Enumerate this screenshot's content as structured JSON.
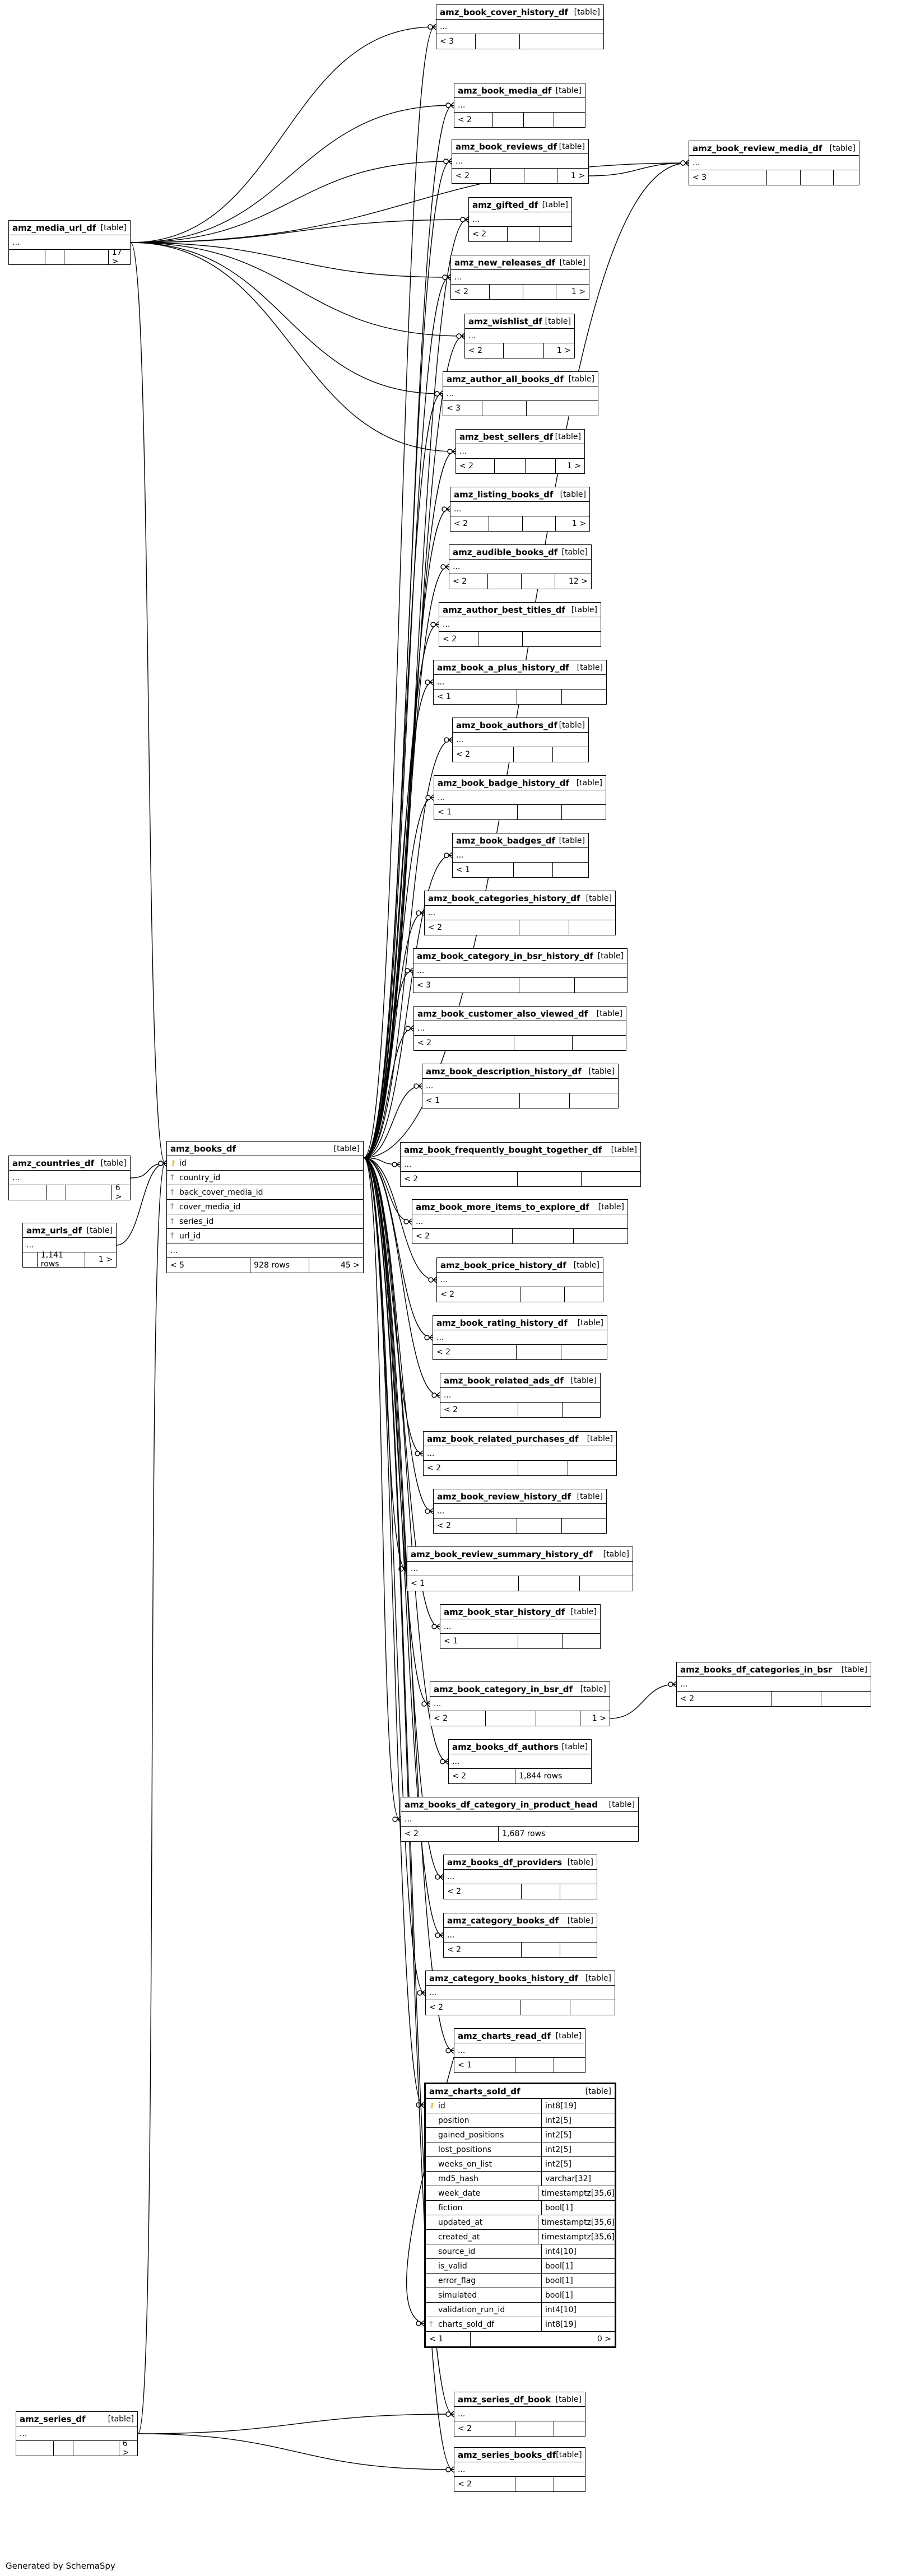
{
  "footer": "Generated by SchemaSpy",
  "kind_label": "[table]",
  "ellipsis": "...",
  "tables": {
    "media_url": {
      "name": "amz_media_url_df",
      "footer": [
        "",
        "",
        "",
        "17 >"
      ]
    },
    "countries": {
      "name": "amz_countries_df",
      "footer": [
        "",
        "",
        "",
        "6 >"
      ]
    },
    "urls": {
      "name": "amz_urls_df",
      "footer": [
        "",
        "1,141 rows",
        "1 >"
      ]
    },
    "series": {
      "name": "amz_series_df",
      "footer": [
        "",
        "",
        "",
        "6 >"
      ]
    },
    "books": {
      "name": "amz_books_df",
      "columns": [
        "id",
        "country_id",
        "back_cover_media_id",
        "cover_media_id",
        "series_id",
        "url_id"
      ],
      "footer": [
        "< 5",
        "928 rows",
        "45 >"
      ]
    },
    "cover_history": {
      "name": "amz_book_cover_history_df",
      "footer": [
        "< 3",
        "",
        ""
      ]
    },
    "book_media": {
      "name": "amz_book_media_df",
      "footer": [
        "< 2",
        "",
        "",
        ""
      ]
    },
    "book_reviews": {
      "name": "amz_book_reviews_df",
      "footer": [
        "< 2",
        "",
        "",
        "1 >"
      ]
    },
    "review_media": {
      "name": "amz_book_review_media_df",
      "footer": [
        "< 3",
        "",
        "",
        ""
      ]
    },
    "gifted": {
      "name": "amz_gifted_df",
      "footer": [
        "< 2",
        "",
        ""
      ]
    },
    "new_releases": {
      "name": "amz_new_releases_df",
      "footer": [
        "< 2",
        "",
        "",
        "1 >"
      ]
    },
    "wishlist": {
      "name": "amz_wishlist_df",
      "footer": [
        "< 2",
        "",
        "1 >"
      ]
    },
    "author_all_books": {
      "name": "amz_author_all_books_df",
      "footer": [
        "< 3",
        "",
        ""
      ]
    },
    "best_sellers": {
      "name": "amz_best_sellers_df",
      "footer": [
        "< 2",
        "",
        "",
        "1 >"
      ]
    },
    "listing_books": {
      "name": "amz_listing_books_df",
      "footer": [
        "< 2",
        "",
        "",
        "1 >"
      ]
    },
    "audible_books": {
      "name": "amz_audible_books_df",
      "footer": [
        "< 2",
        "",
        "",
        "12 >"
      ]
    },
    "author_best_titles": {
      "name": "amz_author_best_titles_df",
      "footer": [
        "< 2",
        "",
        ""
      ]
    },
    "a_plus_history": {
      "name": "amz_book_a_plus_history_df",
      "footer": [
        "< 1",
        "",
        ""
      ]
    },
    "book_authors": {
      "name": "amz_book_authors_df",
      "footer": [
        "< 2",
        "",
        ""
      ]
    },
    "badge_history": {
      "name": "amz_book_badge_history_df",
      "footer": [
        "< 1",
        "",
        ""
      ]
    },
    "book_badges": {
      "name": "amz_book_badges_df",
      "footer": [
        "< 1",
        "",
        ""
      ]
    },
    "categories_history": {
      "name": "amz_book_categories_history_df",
      "footer": [
        "< 2",
        "",
        ""
      ]
    },
    "category_in_bsr_history": {
      "name": "amz_book_category_in_bsr_history_df",
      "footer": [
        "< 3",
        "",
        ""
      ]
    },
    "customer_also_viewed": {
      "name": "amz_book_customer_also_viewed_df",
      "footer": [
        "< 2",
        "",
        ""
      ]
    },
    "description_history": {
      "name": "amz_book_description_history_df",
      "footer": [
        "< 1",
        "",
        ""
      ]
    },
    "frequently_bought": {
      "name": "amz_book_frequently_bought_together_df",
      "footer": [
        "< 2",
        "",
        ""
      ]
    },
    "more_items": {
      "name": "amz_book_more_items_to_explore_df",
      "footer": [
        "< 2",
        "",
        ""
      ]
    },
    "price_history": {
      "name": "amz_book_price_history_df",
      "footer": [
        "< 2",
        "",
        ""
      ]
    },
    "rating_history": {
      "name": "amz_book_rating_history_df",
      "footer": [
        "< 2",
        "",
        ""
      ]
    },
    "related_ads": {
      "name": "amz_book_related_ads_df",
      "footer": [
        "< 2",
        "",
        ""
      ]
    },
    "related_purchases": {
      "name": "amz_book_related_purchases_df",
      "footer": [
        "< 2",
        "",
        ""
      ]
    },
    "review_history": {
      "name": "amz_book_review_history_df",
      "footer": [
        "< 2",
        "",
        ""
      ]
    },
    "review_summary_history": {
      "name": "amz_book_review_summary_history_df",
      "footer": [
        "< 1",
        "",
        ""
      ]
    },
    "star_history": {
      "name": "amz_book_star_history_df",
      "footer": [
        "< 1",
        "",
        ""
      ]
    },
    "books_categories_in_bsr": {
      "name": "amz_books_df_categories_in_bsr",
      "footer": [
        "< 2",
        "",
        ""
      ]
    },
    "category_in_bsr": {
      "name": "amz_book_category_in_bsr_df",
      "footer": [
        "< 2",
        "",
        "",
        "1 >"
      ]
    },
    "books_authors": {
      "name": "amz_books_df_authors",
      "footer": [
        "< 2",
        "1,844 rows"
      ]
    },
    "category_in_product_head": {
      "name": "amz_books_df_category_in_product_head",
      "footer": [
        "< 2",
        "1,687 rows"
      ]
    },
    "books_providers": {
      "name": "amz_books_df_providers",
      "footer": [
        "< 2",
        "",
        ""
      ]
    },
    "category_books": {
      "name": "amz_category_books_df",
      "footer": [
        "< 2",
        "",
        ""
      ]
    },
    "category_books_history": {
      "name": "amz_category_books_history_df",
      "footer": [
        "< 2",
        "",
        ""
      ]
    },
    "charts_read": {
      "name": "amz_charts_read_df",
      "footer": [
        "< 1",
        "",
        ""
      ]
    },
    "charts_sold": {
      "name": "amz_charts_sold_df",
      "columns": [
        {
          "name": "id",
          "type": "int8[19]"
        },
        {
          "name": "position",
          "type": "int2[5]"
        },
        {
          "name": "gained_positions",
          "type": "int2[5]"
        },
        {
          "name": "lost_positions",
          "type": "int2[5]"
        },
        {
          "name": "weeks_on_list",
          "type": "int2[5]"
        },
        {
          "name": "md5_hash",
          "type": "varchar[32]"
        },
        {
          "name": "week_date",
          "type": "timestamptz[35,6]"
        },
        {
          "name": "fiction",
          "type": "bool[1]"
        },
        {
          "name": "updated_at",
          "type": "timestamptz[35,6]"
        },
        {
          "name": "created_at",
          "type": "timestamptz[35,6]"
        },
        {
          "name": "source_id",
          "type": "int4[10]"
        },
        {
          "name": "is_valid",
          "type": "bool[1]"
        },
        {
          "name": "error_flag",
          "type": "bool[1]"
        },
        {
          "name": "simulated",
          "type": "bool[1]"
        },
        {
          "name": "validation_run_id",
          "type": "int4[10]"
        },
        {
          "name": "charts_sold_df",
          "type": "int8[19]"
        }
      ],
      "footer": [
        "< 1",
        "0 >"
      ]
    },
    "series_book": {
      "name": "amz_series_df_book",
      "footer": [
        "< 2",
        "",
        ""
      ]
    },
    "series_books": {
      "name": "amz_series_books_df",
      "footer": [
        "< 2",
        "",
        ""
      ]
    }
  }
}
